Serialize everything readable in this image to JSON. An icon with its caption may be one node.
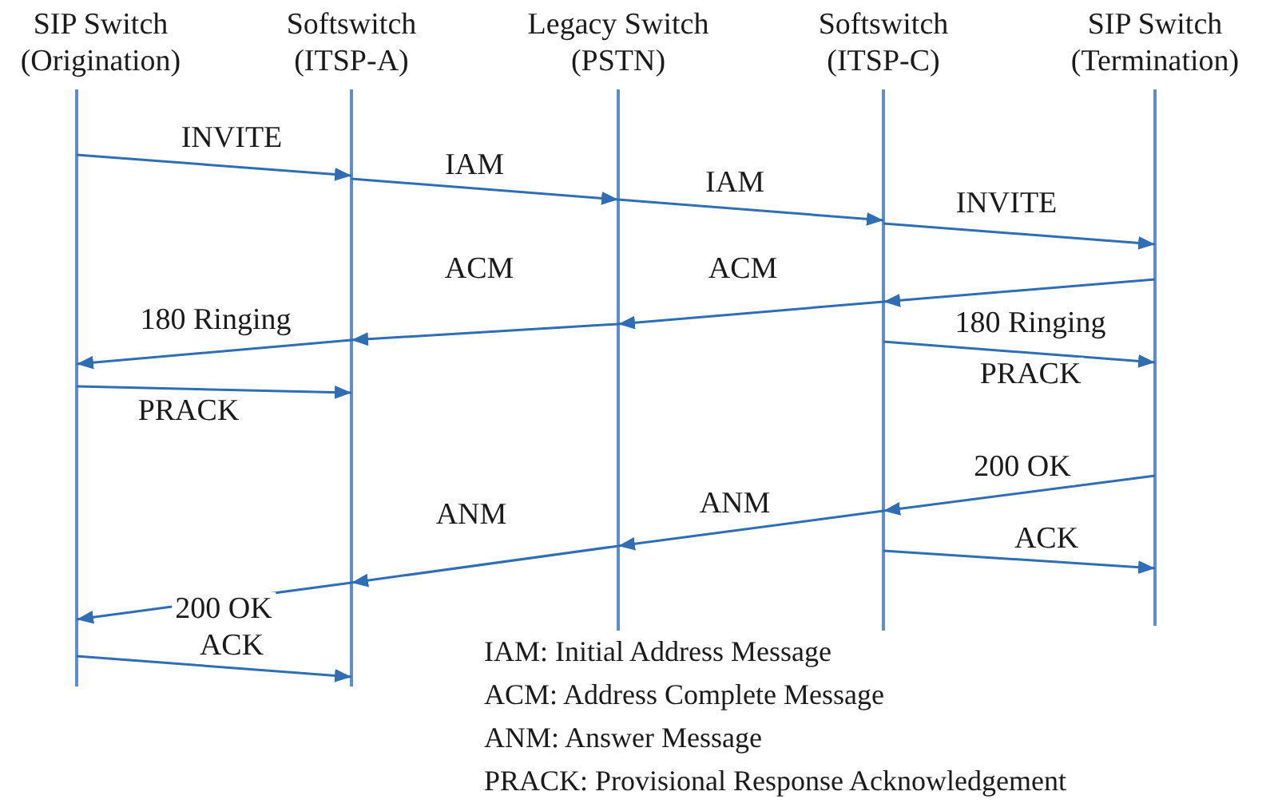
{
  "diagram": {
    "nodes": [
      {
        "text": [
          "SIP Switch (Origination)"
        ]
      },
      {
        "text": [
          "Softswitch (ITSP-A)"
        ]
      },
      {
        "text": [
          "Legacy Switch (PSTN)"
        ]
      },
      {
        "text": [
          "Softswitch (ITSP-C)"
        ]
      },
      {
        "text": [
          "SIP Switch (Termination)"
        ]
      }
    ],
    "edges": [
      {
        "from": 0,
        "to": 1,
        "arrow": "to",
        "label": "INVITE"
      },
      {
        "from": 1,
        "to": 2,
        "arrow": "to",
        "label": "IAM"
      },
      {
        "from": 2,
        "to": 3,
        "arrow": "to",
        "label": "IAM"
      },
      {
        "from": 3,
        "to": 4,
        "arrow": "to",
        "label": "INVITE"
      },
      {
        "from": 4,
        "to": 3,
        "arrow": "to",
        "label": "180 Ringing"
      },
      {
        "from": 3,
        "to": 2,
        "arrow": "to",
        "label": "ACM"
      },
      {
        "from": 2,
        "to": 1,
        "arrow": "to",
        "label": "ACM"
      },
      {
        "from": 1,
        "to": 0,
        "arrow": "to",
        "label": "180 Ringing"
      },
      {
        "from": 3,
        "to": 4,
        "arrow": "to",
        "label": "PRACK"
      },
      {
        "from": 0,
        "to": 1,
        "arrow": "to",
        "label": "PRACK"
      },
      {
        "from": 4,
        "to": 3,
        "arrow": "to",
        "label": "200 OK"
      },
      {
        "from": 3,
        "to": 2,
        "arrow": "to",
        "label": "ANM"
      },
      {
        "from": 3,
        "to": 4,
        "arrow": "to",
        "label": "ACK"
      },
      {
        "from": 2,
        "to": 1,
        "arrow": "to",
        "label": "ANM"
      },
      {
        "from": 1,
        "to": 0,
        "arrow": "to",
        "label": "200 OK"
      },
      {
        "from": 0,
        "to": 1,
        "arrow": "to",
        "label": "ACK"
      }
    ],
    "labels": [
      "IAM: Initial Address Message",
      "ACM: Address Complete Message",
      "ANM: Answer Message",
      "PRACK: Provisional Response Acknowledgement"
    ]
  }
}
